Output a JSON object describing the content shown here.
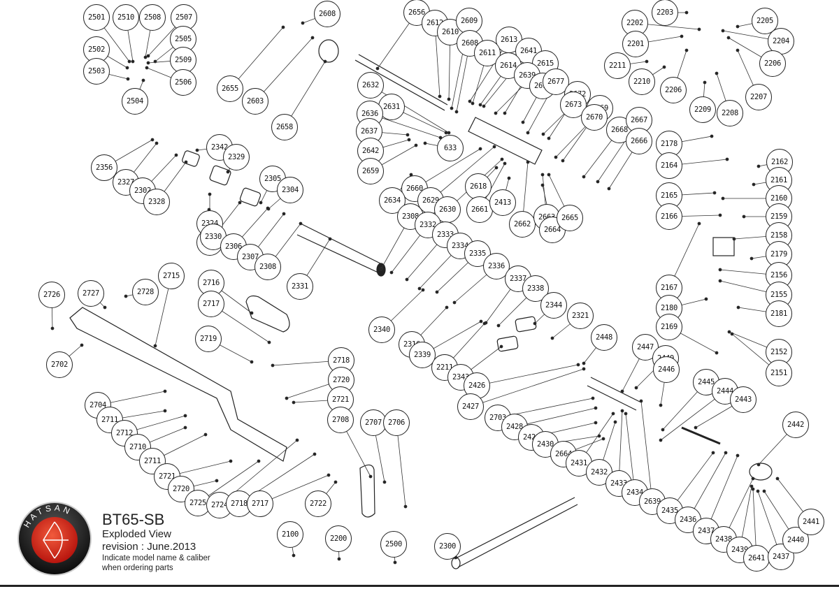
{
  "title_block": {
    "brand": "HATSAN",
    "model": "BT65-SB",
    "view_label": "Exploded View",
    "revision": "revision : June.2013",
    "note_line1": "Indicate model name & caliber",
    "note_line2": "when ordering parts"
  },
  "colors": {
    "brand_red": "#d42a1c",
    "logo_ring": "#1a1a1a",
    "ink": "#222222"
  },
  "callouts": [
    {
      "id": "2501"
    },
    {
      "id": "2510"
    },
    {
      "id": "2508"
    },
    {
      "id": "2507"
    },
    {
      "id": "2505"
    },
    {
      "id": "2502"
    },
    {
      "id": "2509"
    },
    {
      "id": "2503"
    },
    {
      "id": "2506"
    },
    {
      "id": "2504"
    },
    {
      "id": "2608"
    },
    {
      "id": "2655"
    },
    {
      "id": "2603"
    },
    {
      "id": "2658"
    },
    {
      "id": "2656"
    },
    {
      "id": "2612"
    },
    {
      "id": "2610"
    },
    {
      "id": "2609"
    },
    {
      "id": "2608"
    },
    {
      "id": "2613"
    },
    {
      "id": "2611"
    },
    {
      "id": "2641"
    },
    {
      "id": "2614"
    },
    {
      "id": "2615"
    },
    {
      "id": "2639"
    },
    {
      "id": "2616"
    },
    {
      "id": "2677"
    },
    {
      "id": "2672"
    },
    {
      "id": "2673"
    },
    {
      "id": "2669"
    },
    {
      "id": "2670"
    },
    {
      "id": "2668"
    },
    {
      "id": "2667"
    },
    {
      "id": "2666"
    },
    {
      "id": "2632"
    },
    {
      "id": "2631"
    },
    {
      "id": "2636"
    },
    {
      "id": "2637"
    },
    {
      "id": "633"
    },
    {
      "id": "2642"
    },
    {
      "id": "2659"
    },
    {
      "id": "2660"
    },
    {
      "id": "2634"
    },
    {
      "id": "2629"
    },
    {
      "id": "2630"
    },
    {
      "id": "2618"
    },
    {
      "id": "2661"
    },
    {
      "id": "2413"
    },
    {
      "id": "2662"
    },
    {
      "id": "2663"
    },
    {
      "id": "2664"
    },
    {
      "id": "2665"
    },
    {
      "id": "2203"
    },
    {
      "id": "2202"
    },
    {
      "id": "2205"
    },
    {
      "id": "2201"
    },
    {
      "id": "2204"
    },
    {
      "id": "2211"
    },
    {
      "id": "2206"
    },
    {
      "id": "2210"
    },
    {
      "id": "2206"
    },
    {
      "id": "2207"
    },
    {
      "id": "2209"
    },
    {
      "id": "2208"
    },
    {
      "id": "2178"
    },
    {
      "id": "2164"
    },
    {
      "id": "2162"
    },
    {
      "id": "2161"
    },
    {
      "id": "2165"
    },
    {
      "id": "2160"
    },
    {
      "id": "2166"
    },
    {
      "id": "2159"
    },
    {
      "id": "2158"
    },
    {
      "id": "2179"
    },
    {
      "id": "2156"
    },
    {
      "id": "2167"
    },
    {
      "id": "2155"
    },
    {
      "id": "2180"
    },
    {
      "id": "2181"
    },
    {
      "id": "2169"
    },
    {
      "id": "2152"
    },
    {
      "id": "2151"
    },
    {
      "id": "2356"
    },
    {
      "id": "2342"
    },
    {
      "id": "2329"
    },
    {
      "id": "2327"
    },
    {
      "id": "2302"
    },
    {
      "id": "2328"
    },
    {
      "id": "2305"
    },
    {
      "id": "2304"
    },
    {
      "id": "2324"
    },
    {
      "id": "2323"
    },
    {
      "id": "2330"
    },
    {
      "id": "2306"
    },
    {
      "id": "2307"
    },
    {
      "id": "2308"
    },
    {
      "id": "2331"
    },
    {
      "id": "2308"
    },
    {
      "id": "2332"
    },
    {
      "id": "2333"
    },
    {
      "id": "2334"
    },
    {
      "id": "2335"
    },
    {
      "id": "2336"
    },
    {
      "id": "2337"
    },
    {
      "id": "2338"
    },
    {
      "id": "2344"
    },
    {
      "id": "2321"
    },
    {
      "id": "2340"
    },
    {
      "id": "2316"
    },
    {
      "id": "2339"
    },
    {
      "id": "2211"
    },
    {
      "id": "2343"
    },
    {
      "id": "2426"
    },
    {
      "id": "2726"
    },
    {
      "id": "2727"
    },
    {
      "id": "2728"
    },
    {
      "id": "2715"
    },
    {
      "id": "2702"
    },
    {
      "id": "2716"
    },
    {
      "id": "2717"
    },
    {
      "id": "2719"
    },
    {
      "id": "2718"
    },
    {
      "id": "2720"
    },
    {
      "id": "2721"
    },
    {
      "id": "2704"
    },
    {
      "id": "2711"
    },
    {
      "id": "2712"
    },
    {
      "id": "2710"
    },
    {
      "id": "2711"
    },
    {
      "id": "2721"
    },
    {
      "id": "2720"
    },
    {
      "id": "2725"
    },
    {
      "id": "2724"
    },
    {
      "id": "2718"
    },
    {
      "id": "2717"
    },
    {
      "id": "2722"
    },
    {
      "id": "2708"
    },
    {
      "id": "2707"
    },
    {
      "id": "2706"
    },
    {
      "id": "2448"
    },
    {
      "id": "2447"
    },
    {
      "id": "2449"
    },
    {
      "id": "2446"
    },
    {
      "id": "2445"
    },
    {
      "id": "2444"
    },
    {
      "id": "2443"
    },
    {
      "id": "2427"
    },
    {
      "id": "2703"
    },
    {
      "id": "2428"
    },
    {
      "id": "2429"
    },
    {
      "id": "2430"
    },
    {
      "id": "2664"
    },
    {
      "id": "2431"
    },
    {
      "id": "2432"
    },
    {
      "id": "2433"
    },
    {
      "id": "2434"
    },
    {
      "id": "2639"
    },
    {
      "id": "2442"
    },
    {
      "id": "2435"
    },
    {
      "id": "2436"
    },
    {
      "id": "2437"
    },
    {
      "id": "2438"
    },
    {
      "id": "2439"
    },
    {
      "id": "2641"
    },
    {
      "id": "2437"
    },
    {
      "id": "2440"
    },
    {
      "id": "2441"
    },
    {
      "id": "2100"
    },
    {
      "id": "2200"
    },
    {
      "id": "2500"
    },
    {
      "id": "2300"
    }
  ]
}
